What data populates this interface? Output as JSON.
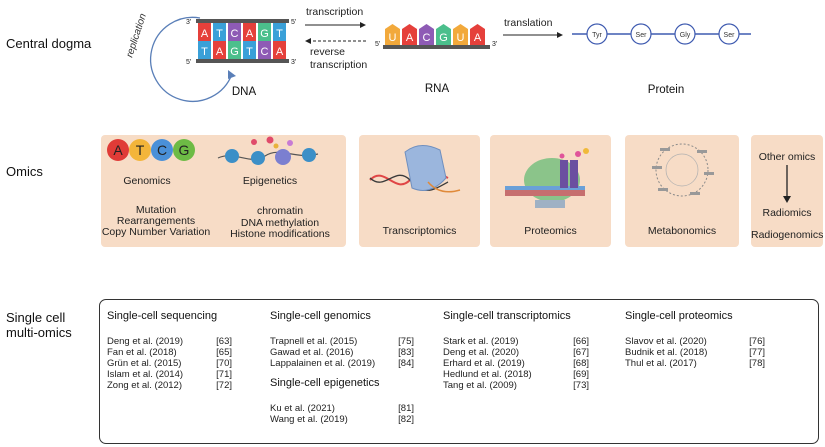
{
  "rows": {
    "central_dogma": "Central dogma",
    "omics": "Omics",
    "single_cell": [
      "Single cell",
      "multi-omics"
    ]
  },
  "central_dogma": {
    "replication": "replication",
    "transcription": "transcription",
    "reverse_transcription": [
      "reverse",
      "transcription"
    ],
    "translation": "translation",
    "dna_label": "DNA",
    "rna_label": "RNA",
    "protein_label": "Protein",
    "dna_top": [
      "A",
      "T",
      "C",
      "A",
      "G",
      "T"
    ],
    "dna_bottom": [
      "T",
      "A",
      "G",
      "T",
      "C",
      "A"
    ],
    "rna_seq": [
      "U",
      "A",
      "C",
      "G",
      "U",
      "A"
    ],
    "amino_acids": [
      "Tyr",
      "Ser",
      "Gly",
      "Ser"
    ],
    "prime3": "3'",
    "prime5": "5'",
    "colors": {
      "A": "#e5403b",
      "T": "#3aa0d8",
      "C": "#8e5bb5",
      "G": "#4bbf8c",
      "U": "#f2a93b",
      "backbone": "#555555",
      "protein_line": "#3f5bb0"
    }
  },
  "omics": {
    "genomics": {
      "letters": [
        "A",
        "T",
        "C",
        "G"
      ],
      "letter_colors": [
        "#e03b37",
        "#f3b53a",
        "#4a90d8",
        "#6dbb45"
      ],
      "title": "Genomics",
      "items": [
        "Mutation",
        "Rearrangements",
        "Copy Number Variation"
      ]
    },
    "epigenetics": {
      "title": "Epigenetics",
      "items": [
        "chromatin",
        "DNA methylation",
        "Histone modifications"
      ]
    },
    "transcriptomics": "Transcriptomics",
    "proteomics": "Proteomics",
    "metabonomics": "Metabonomics",
    "other": {
      "title": "Other omics",
      "items": [
        "Radiomics",
        "Radiogenomics"
      ]
    },
    "box_color": "#f7dcc6"
  },
  "single_cell": {
    "sequencing": {
      "title": "Single-cell sequencing",
      "refs": [
        [
          "Deng et al. (2019)",
          "[63]"
        ],
        [
          "Fan et al. (2018)",
          "[65]"
        ],
        [
          "Grün et al. (2015)",
          "[70]"
        ],
        [
          "Islam et al. (2014)",
          "[71]"
        ],
        [
          "Zong et al. (2012)",
          "[72]"
        ]
      ]
    },
    "genomics": {
      "title": "Single-cell genomics",
      "refs": [
        [
          "Trapnell et al. (2015)",
          "[75]"
        ],
        [
          "Gawad et al. (2016)",
          "[83]"
        ],
        [
          "Lappalainen et al. (2019)",
          "[84]"
        ]
      ]
    },
    "epigenetics": {
      "title": "Single-cell epigenetics",
      "refs": [
        [
          "Ku et al. (2021)",
          "[81]"
        ],
        [
          "Wang et al. (2019)",
          "[82]"
        ]
      ]
    },
    "transcriptomics": {
      "title": "Single-cell transcriptomics",
      "refs": [
        [
          "Stark et al. (2019)",
          "[66]"
        ],
        [
          "Deng et al. (2020)",
          "[67]"
        ],
        [
          "Erhard et al. (2019)",
          "[68]"
        ],
        [
          "Hedlund et al. (2018)",
          "[69]"
        ],
        [
          "Tang et al. (2009)",
          "[73]"
        ]
      ]
    },
    "proteomics": {
      "title": "Single-cell proteomics",
      "refs": [
        [
          "Slavov et al. (2020)",
          "[76]"
        ],
        [
          "Budnik et al. (2018)",
          "[77]"
        ],
        [
          "Thul et al. (2017)",
          "[78]"
        ]
      ]
    }
  }
}
